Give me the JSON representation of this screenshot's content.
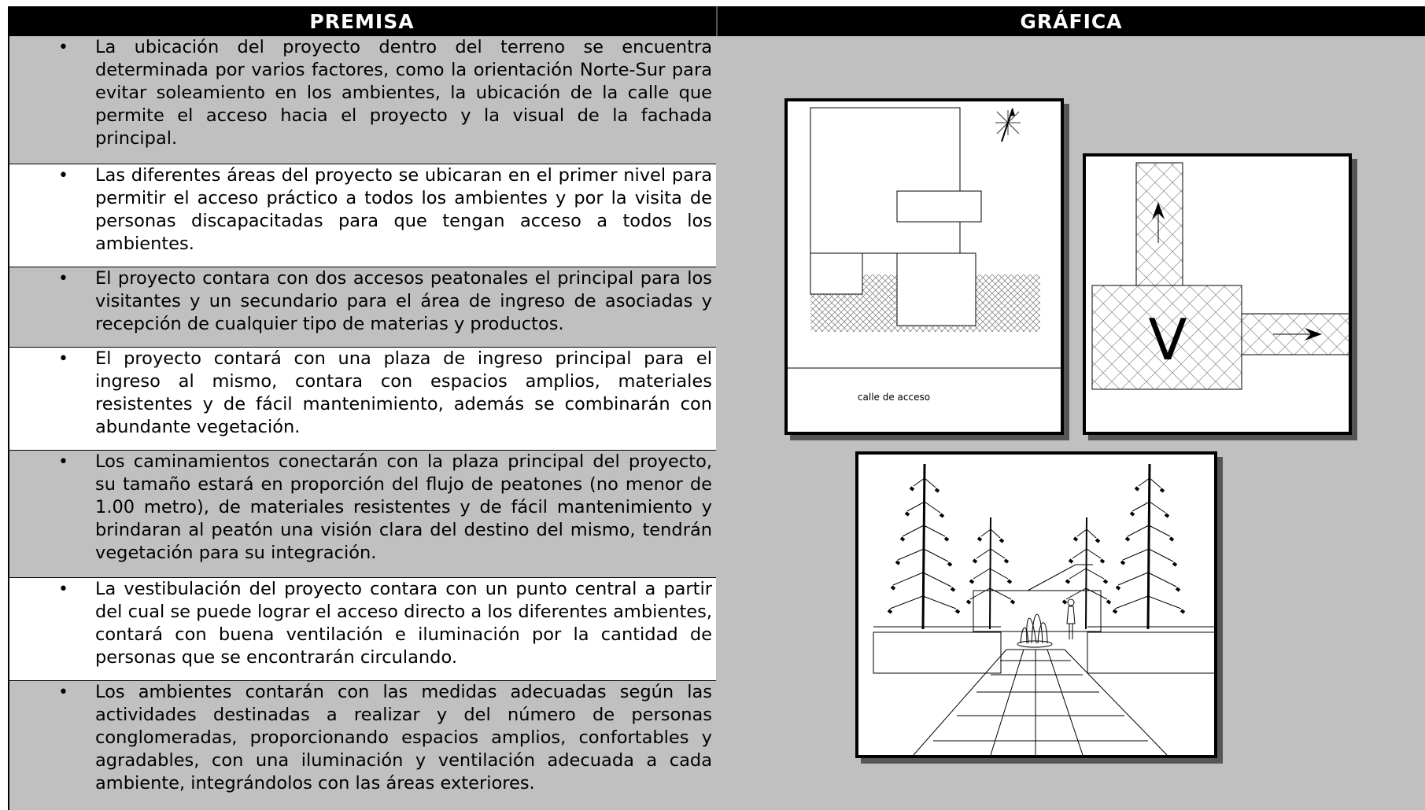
{
  "headers": {
    "premisa": "PREMISA",
    "grafica": "GRÁFICA"
  },
  "premises": [
    {
      "text": "La ubicación del proyecto dentro del terreno se encuentra determinada por varios factores, como la orientación Norte-Sur para evitar soleamiento en los ambientes, la ubicación de la calle que permite el acceso hacia el proyecto y la visual de la fachada principal."
    },
    {
      "text": "Las diferentes áreas del proyecto se ubicaran en el primer nivel para permitir el acceso práctico a todos los ambientes y por la visita de personas discapacitadas para que tengan acceso a todos los ambientes."
    },
    {
      "text": "El proyecto contara con dos accesos peatonales el principal para los visitantes y un secundario para el área de ingreso de asociadas y recepción de cualquier tipo de materias y productos."
    },
    {
      "text": "El proyecto contará con una plaza de ingreso principal para el ingreso al mismo, contara con espacios amplios, materiales resistentes y de fácil mantenimiento, además se combinarán con abundante vegetación."
    },
    {
      "text": "Los caminamientos conectarán con la plaza principal del proyecto, su tamaño estará en proporción del flujo de peatones (no menor de 1.00 metro), de materiales resistentes y de fácil mantenimiento y brindaran al peatón  una visión clara del destino del mismo, tendrán vegetación para su integración."
    },
    {
      "text": "La vestibulación  del proyecto contara con un punto central a partir del cual se puede lograr el acceso directo a los diferentes ambientes, contará con buena ventilación e iluminación por la cantidad de personas que se encontrarán circulando."
    },
    {
      "text": "Los ambientes contarán con las medidas adecuadas según las actividades destinadas a realizar  y del número de personas conglomeradas, proporcionando espacios amplios, confortables y agradables, con una iluminación y ventilación adecuada a cada ambiente, integrándolos con las áreas exteriores."
    }
  ],
  "bullet_symbol": "•",
  "graphics": {
    "site_plan_label": "calle de acceso",
    "vestibule_letter": "V"
  },
  "colors": {
    "header_bg": "#000000",
    "header_text": "#ffffff",
    "row_gray": "#c0c0c0",
    "row_white": "#ffffff",
    "graphic_bg": "#c0c0c0"
  }
}
